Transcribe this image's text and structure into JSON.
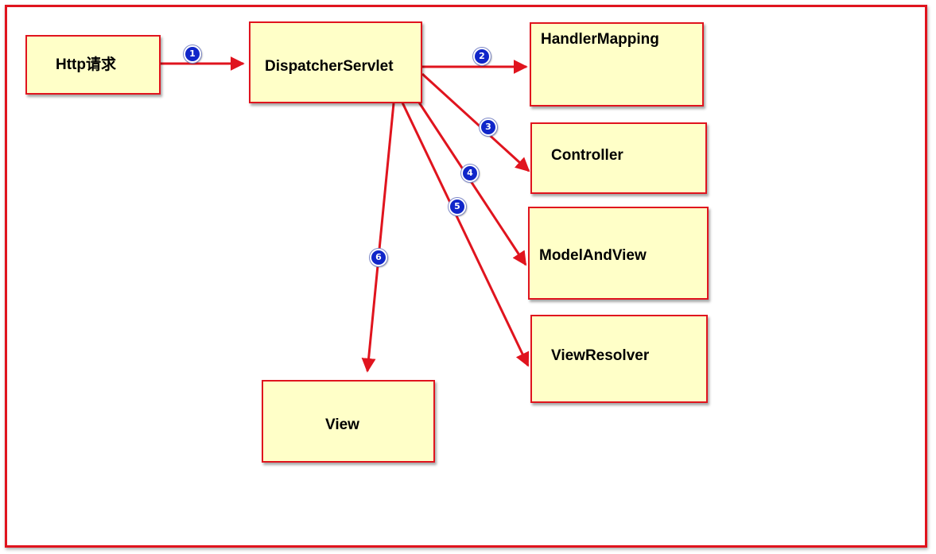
{
  "nodes": {
    "http_request": "Http请求",
    "dispatcher_servlet": "DispatcherServlet",
    "handler_mapping": "HandlerMapping",
    "controller": "Controller",
    "model_and_view": "ModelAndView",
    "view_resolver": "ViewResolver",
    "view": "View"
  },
  "steps": [
    "1",
    "2",
    "3",
    "4",
    "5",
    "6"
  ],
  "edges": [
    {
      "step": "1",
      "from": "http_request",
      "to": "dispatcher_servlet"
    },
    {
      "step": "2",
      "from": "dispatcher_servlet",
      "to": "handler_mapping"
    },
    {
      "step": "3",
      "from": "dispatcher_servlet",
      "to": "controller"
    },
    {
      "step": "4",
      "from": "dispatcher_servlet",
      "to": "model_and_view"
    },
    {
      "step": "5",
      "from": "dispatcher_servlet",
      "to": "view_resolver"
    },
    {
      "step": "6",
      "from": "dispatcher_servlet",
      "to": "view"
    }
  ],
  "colors": {
    "border": "#e0141e",
    "box_fill": "#ffffc8",
    "arrow": "#e0141e",
    "badge": "#1026c9"
  }
}
